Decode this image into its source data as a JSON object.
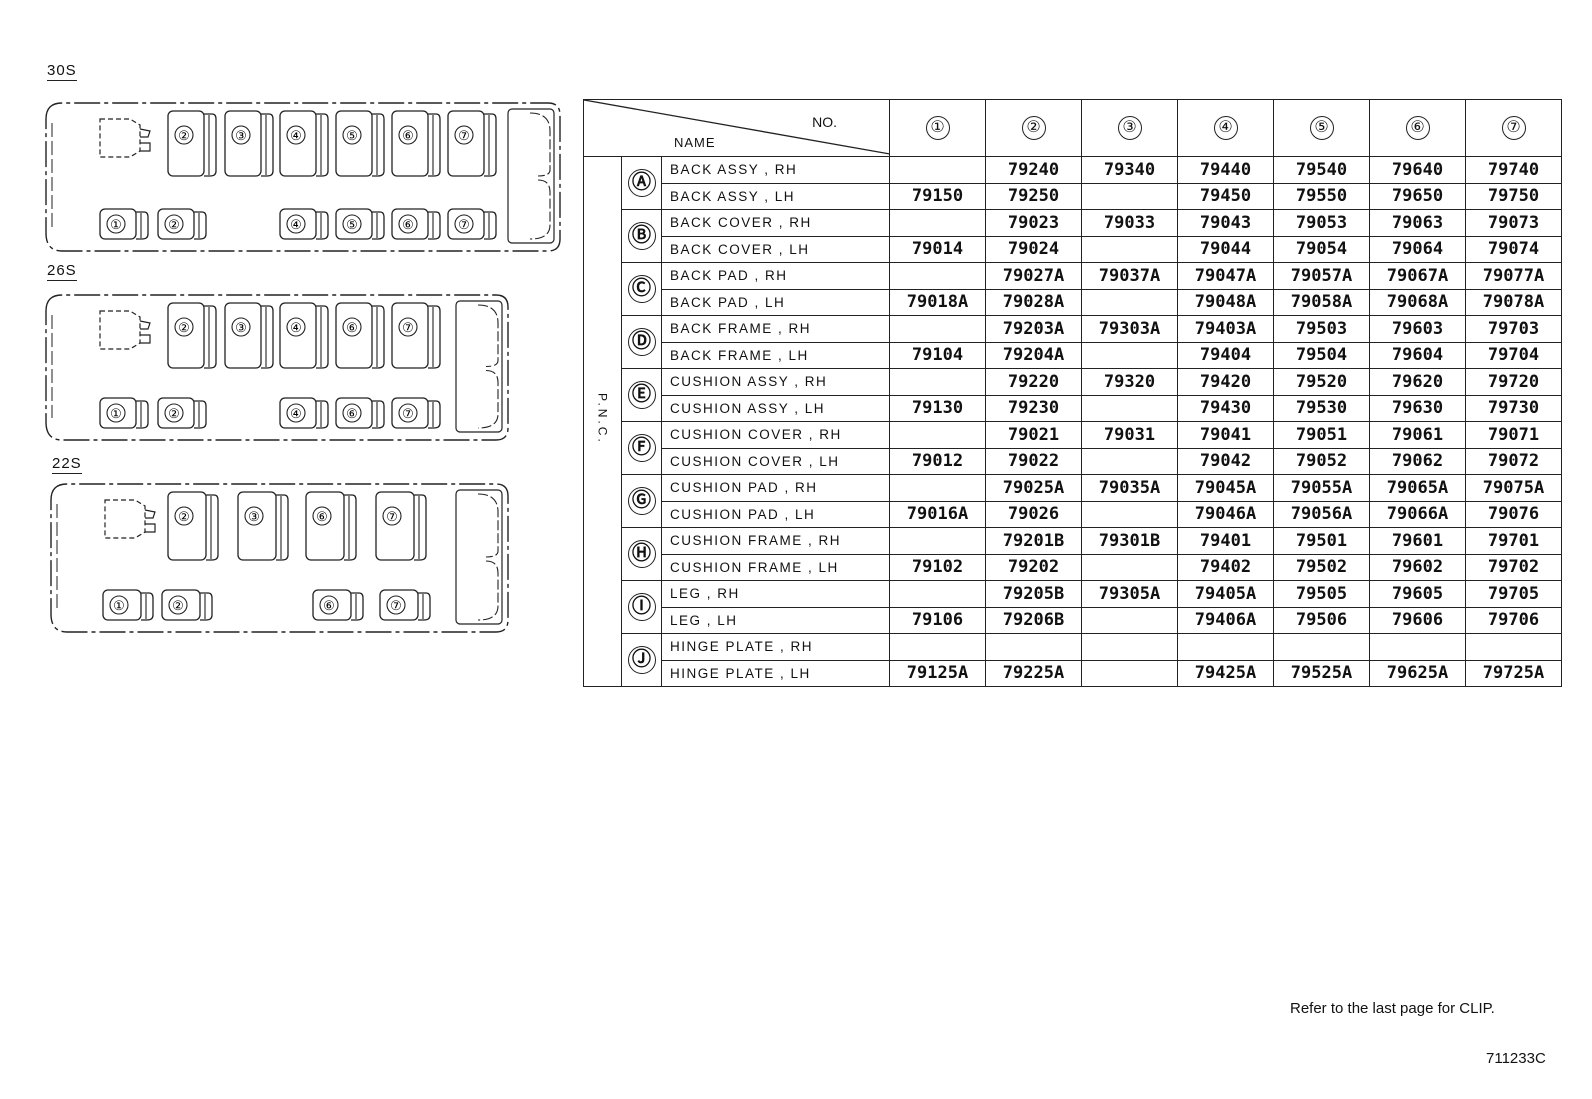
{
  "layouts": [
    {
      "label": "30S",
      "upper_seats": [
        "②",
        "③",
        "④",
        "⑤",
        "⑥",
        "⑦"
      ],
      "lower_seats": [
        "①",
        "②",
        "④",
        "⑤",
        "⑥",
        "⑦"
      ]
    },
    {
      "label": "26S",
      "upper_seats": [
        "②",
        "③",
        "④",
        "⑥",
        "⑦"
      ],
      "lower_seats": [
        "①",
        "②",
        "④",
        "⑥",
        "⑦"
      ]
    },
    {
      "label": "22S",
      "upper_seats": [
        "②",
        "③",
        "⑥",
        "⑦"
      ],
      "lower_seats": [
        "①",
        "②",
        "⑥",
        "⑦"
      ]
    }
  ],
  "table": {
    "header_no": "NO.",
    "header_name": "NAME",
    "pnc_label": "P.N.C.",
    "columns": [
      "①",
      "②",
      "③",
      "④",
      "⑤",
      "⑥",
      "⑦"
    ],
    "groups": [
      {
        "letter": "Ⓐ",
        "rows": [
          {
            "name": "BACK ASSY , RH",
            "codes": [
              "",
              "79240",
              "79340",
              "79440",
              "79540",
              "79640",
              "79740"
            ]
          },
          {
            "name": "BACK ASSY , LH",
            "codes": [
              "79150",
              "79250",
              "",
              "79450",
              "79550",
              "79650",
              "79750"
            ]
          }
        ]
      },
      {
        "letter": "Ⓑ",
        "rows": [
          {
            "name": "BACK COVER , RH",
            "codes": [
              "",
              "79023",
              "79033",
              "79043",
              "79053",
              "79063",
              "79073"
            ]
          },
          {
            "name": "BACK COVER , LH",
            "codes": [
              "79014",
              "79024",
              "",
              "79044",
              "79054",
              "79064",
              "79074"
            ]
          }
        ]
      },
      {
        "letter": "Ⓒ",
        "rows": [
          {
            "name": "BACK PAD , RH",
            "codes": [
              "",
              "79027A",
              "79037A",
              "79047A",
              "79057A",
              "79067A",
              "79077A"
            ]
          },
          {
            "name": "BACK PAD , LH",
            "codes": [
              "79018A",
              "79028A",
              "",
              "79048A",
              "79058A",
              "79068A",
              "79078A"
            ]
          }
        ]
      },
      {
        "letter": "Ⓓ",
        "rows": [
          {
            "name": "BACK FRAME , RH",
            "codes": [
              "",
              "79203A",
              "79303A",
              "79403A",
              "79503",
              "79603",
              "79703"
            ]
          },
          {
            "name": "BACK FRAME , LH",
            "codes": [
              "79104",
              "79204A",
              "",
              "79404",
              "79504",
              "79604",
              "79704"
            ]
          }
        ]
      },
      {
        "letter": "Ⓔ",
        "rows": [
          {
            "name": "CUSHION ASSY , RH",
            "codes": [
              "",
              "79220",
              "79320",
              "79420",
              "79520",
              "79620",
              "79720"
            ]
          },
          {
            "name": "CUSHION ASSY , LH",
            "codes": [
              "79130",
              "79230",
              "",
              "79430",
              "79530",
              "79630",
              "79730"
            ]
          }
        ]
      },
      {
        "letter": "Ⓕ",
        "rows": [
          {
            "name": "CUSHION COVER , RH",
            "codes": [
              "",
              "79021",
              "79031",
              "79041",
              "79051",
              "79061",
              "79071"
            ]
          },
          {
            "name": "CUSHION COVER , LH",
            "codes": [
              "79012",
              "79022",
              "",
              "79042",
              "79052",
              "79062",
              "79072"
            ]
          }
        ]
      },
      {
        "letter": "Ⓖ",
        "rows": [
          {
            "name": "CUSHION PAD , RH",
            "codes": [
              "",
              "79025A",
              "79035A",
              "79045A",
              "79055A",
              "79065A",
              "79075A"
            ]
          },
          {
            "name": "CUSHION PAD , LH",
            "codes": [
              "79016A",
              "79026",
              "",
              "79046A",
              "79056A",
              "79066A",
              "79076"
            ]
          }
        ]
      },
      {
        "letter": "Ⓗ",
        "rows": [
          {
            "name": "CUSHION FRAME , RH",
            "codes": [
              "",
              "79201B",
              "79301B",
              "79401",
              "79501",
              "79601",
              "79701"
            ]
          },
          {
            "name": "CUSHION FRAME , LH",
            "codes": [
              "79102",
              "79202",
              "",
              "79402",
              "79502",
              "79602",
              "79702"
            ]
          }
        ]
      },
      {
        "letter": "Ⓘ",
        "rows": [
          {
            "name": "LEG , RH",
            "codes": [
              "",
              "79205B",
              "79305A",
              "79405A",
              "79505",
              "79605",
              "79705"
            ]
          },
          {
            "name": "LEG , LH",
            "codes": [
              "79106",
              "79206B",
              "",
              "79406A",
              "79506",
              "79606",
              "79706"
            ]
          }
        ]
      },
      {
        "letter": "Ⓙ",
        "rows": [
          {
            "name": "HINGE PLATE , RH",
            "codes": [
              "",
              "",
              "",
              "",
              "",
              "",
              ""
            ]
          },
          {
            "name": "HINGE PLATE , LH",
            "codes": [
              "79125A",
              "79225A",
              "",
              "79425A",
              "79525A",
              "79625A",
              "79725A"
            ]
          }
        ]
      }
    ]
  },
  "footer": {
    "note": "Refer to the last page for CLIP.",
    "figure_id": "711233C"
  }
}
